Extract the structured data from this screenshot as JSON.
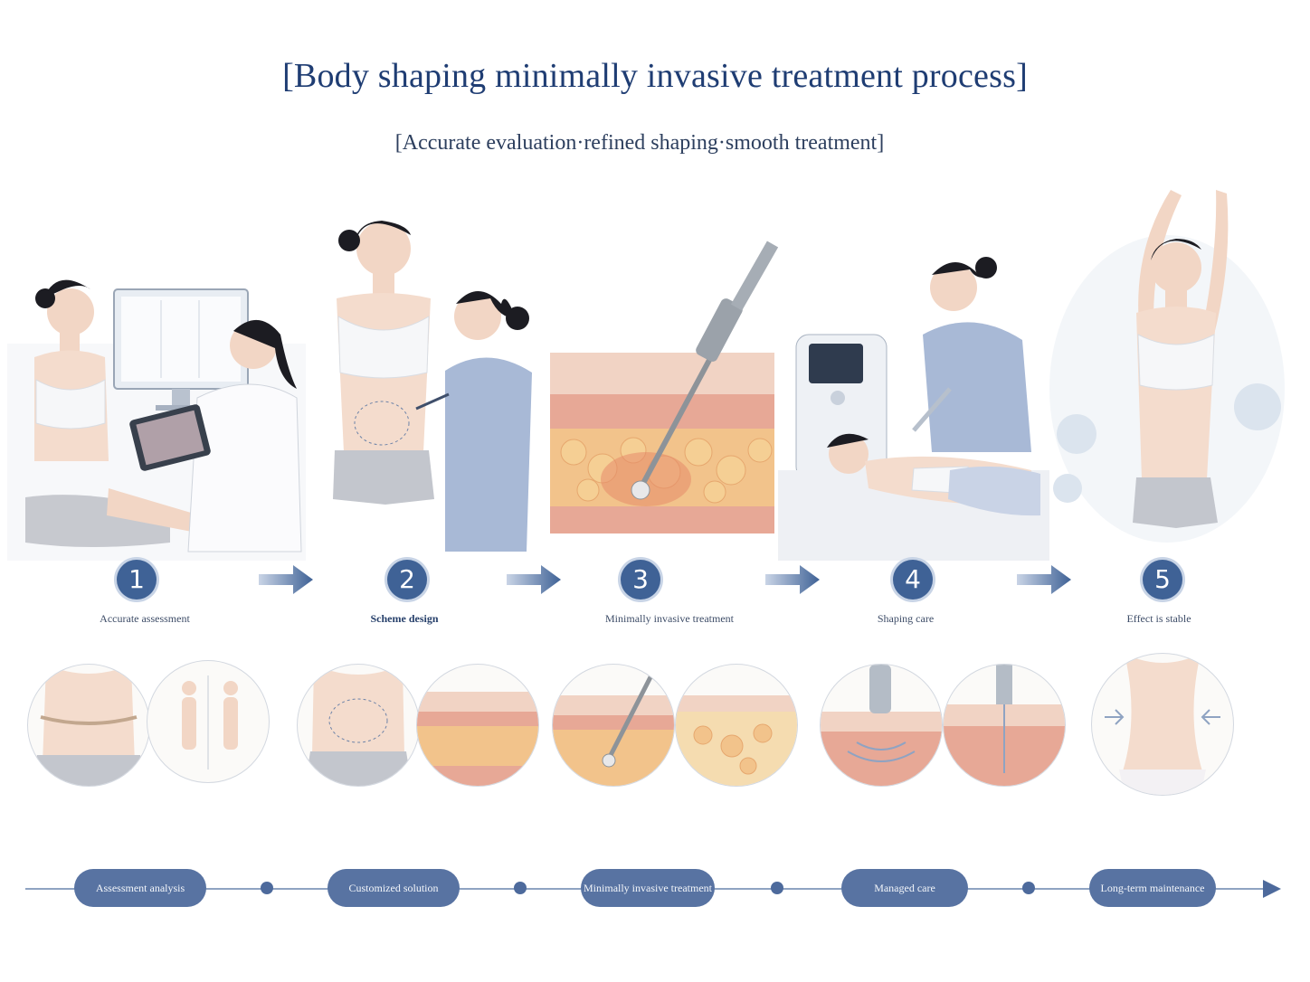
{
  "title": "[Body shaping minimally invasive treatment process]",
  "subtitle": "[Accurate evaluation·refined shaping·smooth treatment]",
  "steps": [
    {
      "number": "1",
      "label": "Accurate assessment"
    },
    {
      "number": "2",
      "label": "Scheme design"
    },
    {
      "number": "3",
      "label": "Minimally invasive treatment"
    },
    {
      "number": "4",
      "label": "Shaping care"
    },
    {
      "number": "5",
      "label": "Effect is stable"
    }
  ],
  "timeline": [
    {
      "label": "Assessment analysis"
    },
    {
      "label": "Customized solution"
    },
    {
      "label": "Minimally invasive treatment"
    },
    {
      "label": "Managed care"
    },
    {
      "label": "Long-term maintenance"
    }
  ],
  "colors": {
    "accent": "#3f6296",
    "pill": "#5873a2",
    "title": "#1f3d73",
    "skin": "#f3d7c6",
    "fat": "#f2bd78",
    "tissue": "#e8a48f"
  }
}
